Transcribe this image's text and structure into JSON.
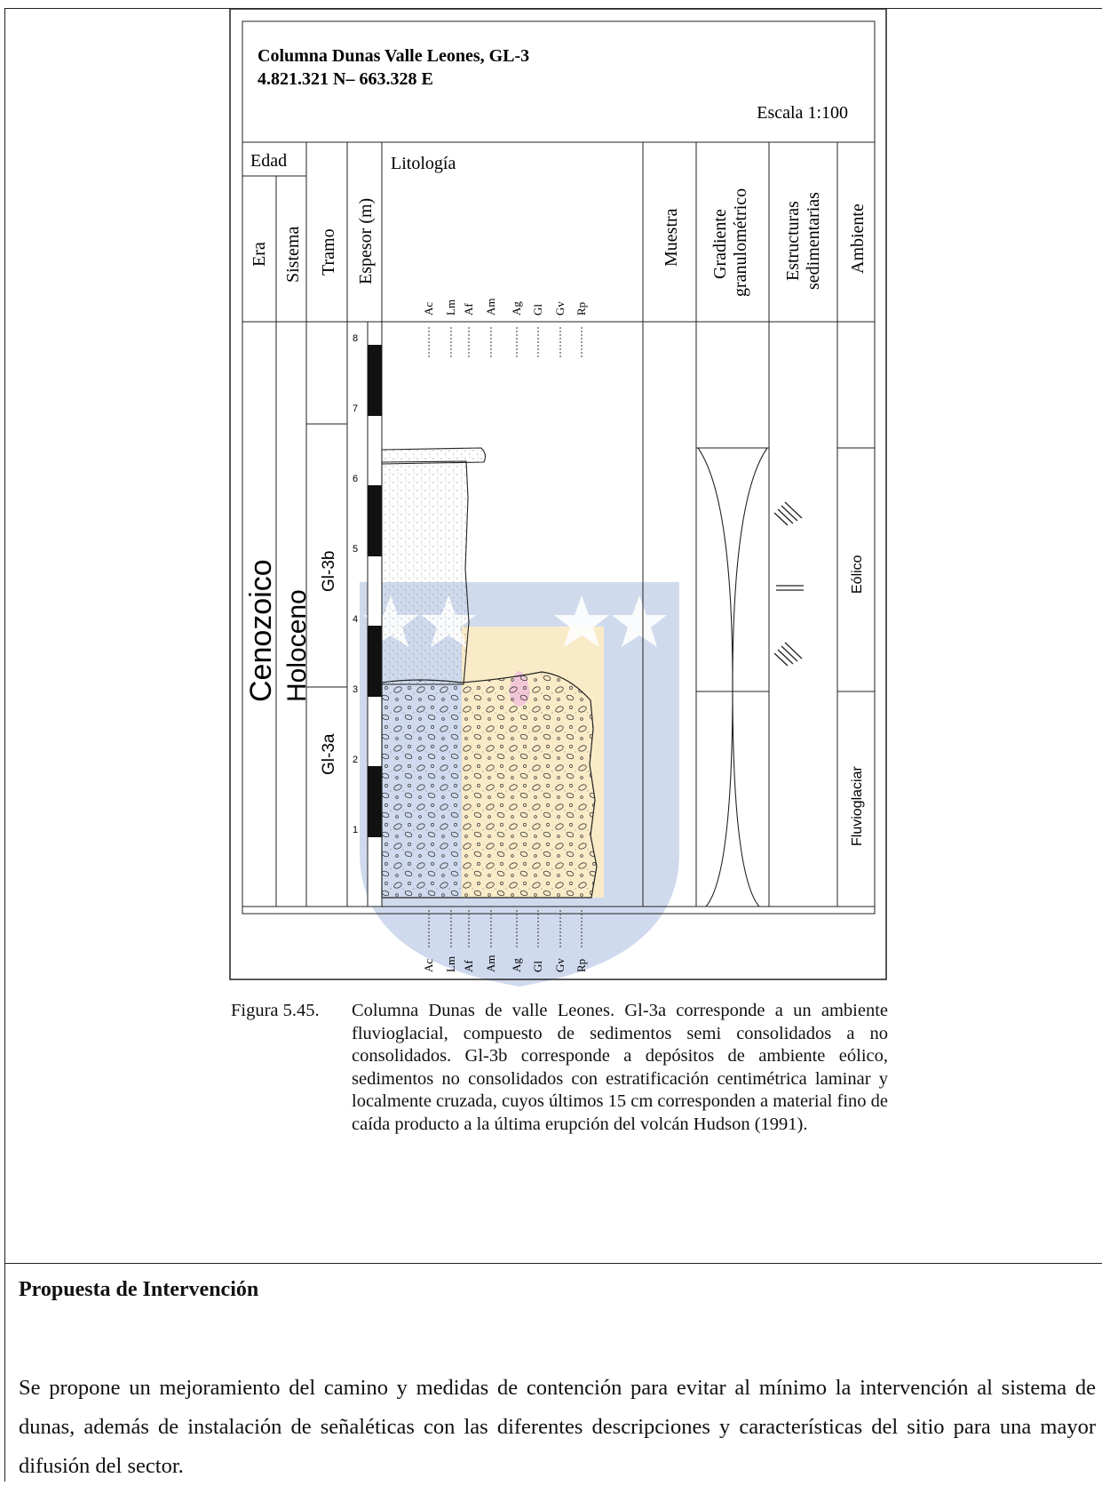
{
  "figure": {
    "title": "Columna Dunas Valle Leones, GL-3",
    "coordinates": "4.821.321 N– 663.328 E",
    "scale": "Escala 1:100",
    "headers": {
      "edad": "Edad",
      "era": "Era",
      "sistema": "Sistema",
      "tramo": "Tramo",
      "espesor": "Espesor (m)",
      "litologia": "Litología",
      "muestra": "Muestra",
      "gradiente_1": "Gradiente",
      "gradiente_2": "granulométrico",
      "estructuras_1": "Estructuras",
      "estructuras_2": "sedimentarias",
      "ambiente": "Ambiente"
    },
    "grain_sizes": [
      "Ac",
      "Lm",
      "Af",
      "Am",
      "Ag",
      "Gl",
      "Gv",
      "Rp"
    ],
    "era_value": "Cenozoico",
    "sistema_value": "Holoceno",
    "tramos": [
      "Gl-3b",
      "Gl-3a"
    ],
    "ambientes": [
      "Eólico",
      "Fluvioglaciar"
    ],
    "scale_ticks": [
      "1",
      "2",
      "3",
      "4",
      "5",
      "6",
      "7",
      "8"
    ],
    "colors": {
      "line": "#222222",
      "watermark_blue": "#9fb4d8",
      "watermark_gold": "#f5d58a"
    }
  },
  "caption": {
    "label": "Figura 5.45.",
    "text": "Columna Dunas de valle Leones. Gl-3a corresponde a un ambiente fluvioglacial, compuesto de sedimentos semi consolidados a no consolidados. Gl-3b corresponde a depósitos de ambiente eólico, sedimentos no consolidados con estratificación centimétrica laminar y localmente cruzada, cuyos últimos 15 cm corresponden a material fino de caída producto a la última erupción del volcán Hudson (1991)."
  },
  "section": {
    "title": "Propuesta de Intervención",
    "paragraph": "Se propone un mejoramiento del camino y medidas de contención para evitar al mínimo la intervención al sistema de dunas, además de instalación de señaléticas con las diferentes descripciones y características del sitio para una mayor difusión del sector."
  }
}
